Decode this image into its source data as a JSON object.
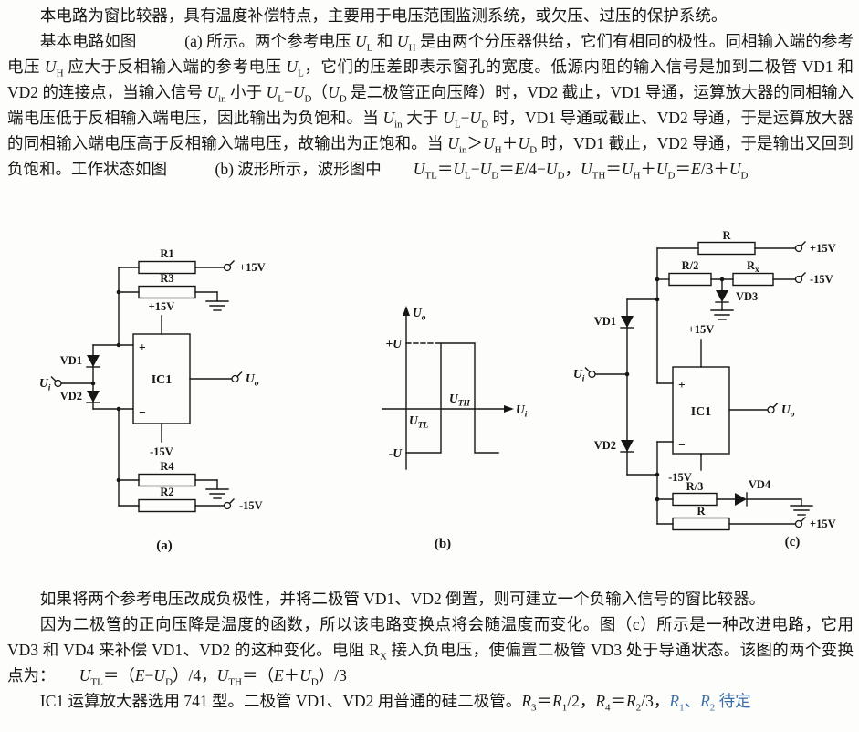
{
  "page": {
    "background": "#fdfdfb",
    "text_color": "#161616",
    "accent_color": "#3a6ea8"
  },
  "text": {
    "p1": "本电路为窗比较器，具有温度补偿特点，主要用于电压范围监测系统，或欠压、过压的保护系统。",
    "p2": "基本电路如图　　　(a) 所示。两个参考电压 <i>U</i><sub>L</sub> 和 <i>U</i><sub>H</sub> 是由两个分压器供给，它们有相同的极性。同相输入端的参考电压 <i>U</i><sub>H</sub> 应大于反相输入端的参考电压 <i>U</i><sub>L</sub>，它们的压差即表示窗孔的宽度。低源内阻的输入信号是加到二极管 VD1 和 VD2 的连接点，当输入信号 <i>U</i><sub>in</sub> 小于 <i>U</i><sub>L</sub>−<i>U</i><sub>D</sub>（<i>U</i><sub>D</sub> 是二极管正向压降）时，VD2 截止，VD1 导通，运算放大器的同相输入端电压低于反相输入端电压，因此输出为负饱和。当 <i>U</i><sub>in</sub> 大于 <i>U</i><sub>L</sub>−<i>U</i><sub>D</sub> 时，VD1 导通或截止、VD2 导通，于是运算放大器的同相输入端电压高于反相输入端电压，故输出为正饱和。当 <i>U</i><sub>in</sub>＞<i>U</i><sub>H</sub>＋<i>U</i><sub>D</sub> 时，VD1 截止，VD2 导通，于是输出又回到负饱和。工作状态如图　　　(b) 波形所示，波形图中　　<i>U</i><sub>TL</sub>＝<i>U</i><sub>L</sub>−<i>U</i><sub>D</sub>＝<i>E</i>/4−<i>U</i><sub>D</sub>，<i>U</i><sub>TH</sub>＝<i>U</i><sub>H</sub>＋<i>U</i><sub>D</sub>＝<i>E</i>/3＋<i>U</i><sub>D</sub>",
    "p3": "如果将两个参考电压改成负极性，并将二极管 VD1、VD2 倒置，则可建立一个负输入信号的窗比较器。",
    "p4": "因为二极管的正向压降是温度的函数，所以该电路变换点将会随温度而变化。图（c）所示是一种改进电路，它用 VD3 和 VD4 来补偿 VD1、VD2 的这种变化。电阻 R<sub>X</sub> 接入负电压，使偏置二极管 VD3 处于导通状态。该图的两个变换点为：　　<i>U</i><sub>TL</sub>＝（<i>E</i>−<i>U</i><sub>D</sub>）/4，<i>U</i><sub>TH</sub>＝（<i>E</i>＋<i>U</i><sub>D</sub>）/3",
    "p5": "IC1 运算放大器选用 741 型。二极管 VD1、VD2 用普通的硅二极管。<i>R</i><sub>3</sub>＝<i>R</i><sub>1</sub>/2，<i>R</i><sub>4</sub>＝<i>R</i><sub>2</sub>/3，<span class='accent'><i>R</i><sub>1</sub>、<i>R</i><sub>2</sub> 待定</span>"
  },
  "figures": {
    "a": {
      "caption": "(a)",
      "labels": {
        "r1": "R1",
        "r3": "R3",
        "r4": "R4",
        "r2": "R2",
        "vd1": "VD1",
        "vd2": "VD2",
        "ic": "IC1",
        "plus": "+",
        "minus": "−",
        "vcc": "+15V",
        "vee": "-15V",
        "ui": {
          "base": "U",
          "sub": "i"
        },
        "uo": {
          "base": "U",
          "sub": "o"
        }
      }
    },
    "b": {
      "caption": "(b)",
      "labels": {
        "axis_y": {
          "base": "U",
          "sub": "o"
        },
        "axis_x": {
          "base": "U",
          "sub": "i"
        },
        "plus_u": "+U",
        "minus_u": "-U",
        "uth": {
          "base": "U",
          "sub": "TH"
        },
        "utl": {
          "base": "U",
          "sub": "TL"
        }
      }
    },
    "c": {
      "caption": "(c)",
      "labels": {
        "r_top": "R",
        "r_half": "R/2",
        "rx": {
          "base": "R",
          "sub": "x"
        },
        "vd3": "VD3",
        "vd4": "VD4",
        "vd1": "VD1",
        "vd2": "VD2",
        "r_third": "R/3",
        "r_bottom": "R",
        "ic": "IC1",
        "plus": "+",
        "minus": "−",
        "vcc": "+15V",
        "vee": "-15V",
        "ui": {
          "base": "U",
          "sub": "i"
        },
        "uo": {
          "base": "U",
          "sub": "o"
        }
      }
    }
  }
}
